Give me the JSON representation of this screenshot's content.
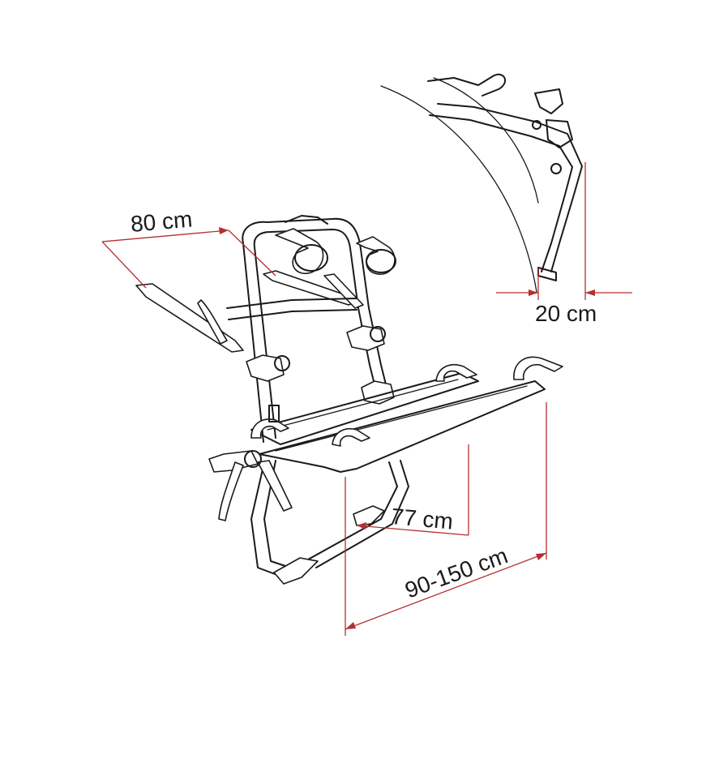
{
  "dimensions": {
    "width_top": "80 cm",
    "rear_offset": "20 cm",
    "rail_length": "77 cm",
    "rail_span": "90-150 cm"
  },
  "colors": {
    "dimension_line": "#b52f2f",
    "line_art": "#1a1a1a",
    "background": "#ffffff"
  }
}
